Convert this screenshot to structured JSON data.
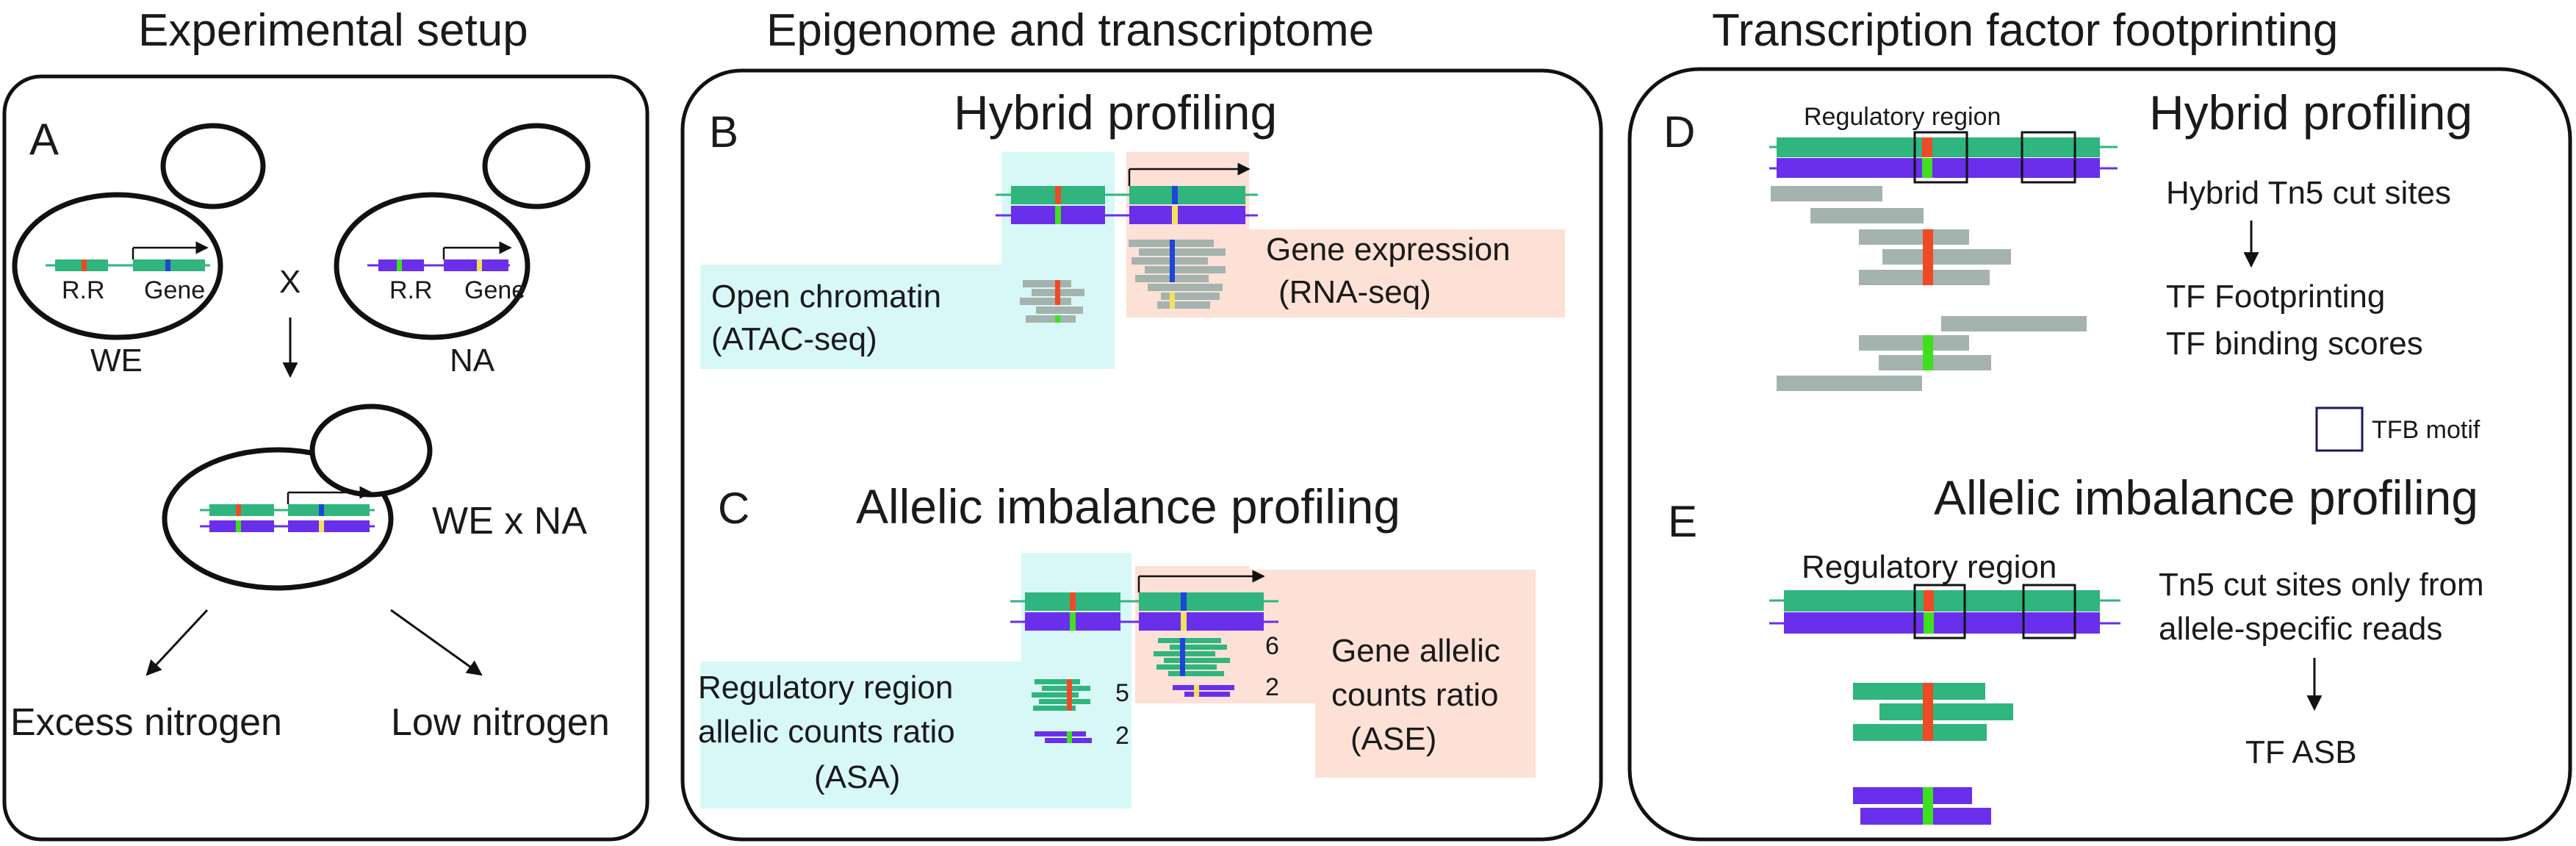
{
  "colors": {
    "we_allele": "#2fb57d",
    "na_allele": "#6a2fea",
    "reference_variant": "#ee4a26",
    "alternate_variant": "#3ee01f",
    "gene_variant_we": "#1f45d6",
    "gene_variant_na": "#f2e25a",
    "read": "#a4b3ad",
    "atac_shade": "#d8f8f8",
    "rna_shade": "#fde1d6",
    "panel_border": "#111111"
  },
  "panels": {
    "setup": {
      "title": "Experimental setup",
      "letter": "A",
      "rr_label": "R.R",
      "gene_label": "Gene",
      "cross_symbol": "X",
      "parent_we": "WE",
      "parent_na": "NA",
      "hybrid": "WE x NA",
      "condition_high": "Excess nitrogen",
      "condition_low": "Low nitrogen"
    },
    "epigenome": {
      "title": "Epigenome and transcriptome",
      "hybrid": {
        "letter": "B",
        "heading": "Hybrid profiling",
        "atac_line1": "Open chromatin",
        "atac_line2": "(ATAC-seq)",
        "rna_line1": "Gene expression",
        "rna_line2": "(RNA-seq)"
      },
      "allelic": {
        "letter": "C",
        "heading": "Allelic imbalance profiling",
        "asa_line1": "Regulatory region",
        "asa_line2": "allelic counts ratio",
        "asa_line3": "(ASA)",
        "ase_line1": "Gene allelic",
        "ase_line2": "counts ratio",
        "ase_line3": "(ASE)",
        "asa_we_count": "5",
        "asa_na_count": "2",
        "ase_we_count": "6",
        "ase_na_count": "2"
      }
    },
    "footprinting": {
      "title": "Transcription factor footprinting",
      "hybrid": {
        "letter": "D",
        "heading": "Hybrid profiling",
        "region_label": "Regulatory region",
        "step1": "Hybrid Tn5 cut sites",
        "step2": "TF Footprinting",
        "step3": "TF binding scores",
        "legend": "TFB motif"
      },
      "allelic": {
        "letter": "E",
        "heading": "Allelic imbalance profiling",
        "region_label": "Regulatory region",
        "step1_line1": "Tn5 cut sites only from",
        "step1_line2": "allele-specific reads",
        "step2": "TF ASB"
      }
    }
  }
}
